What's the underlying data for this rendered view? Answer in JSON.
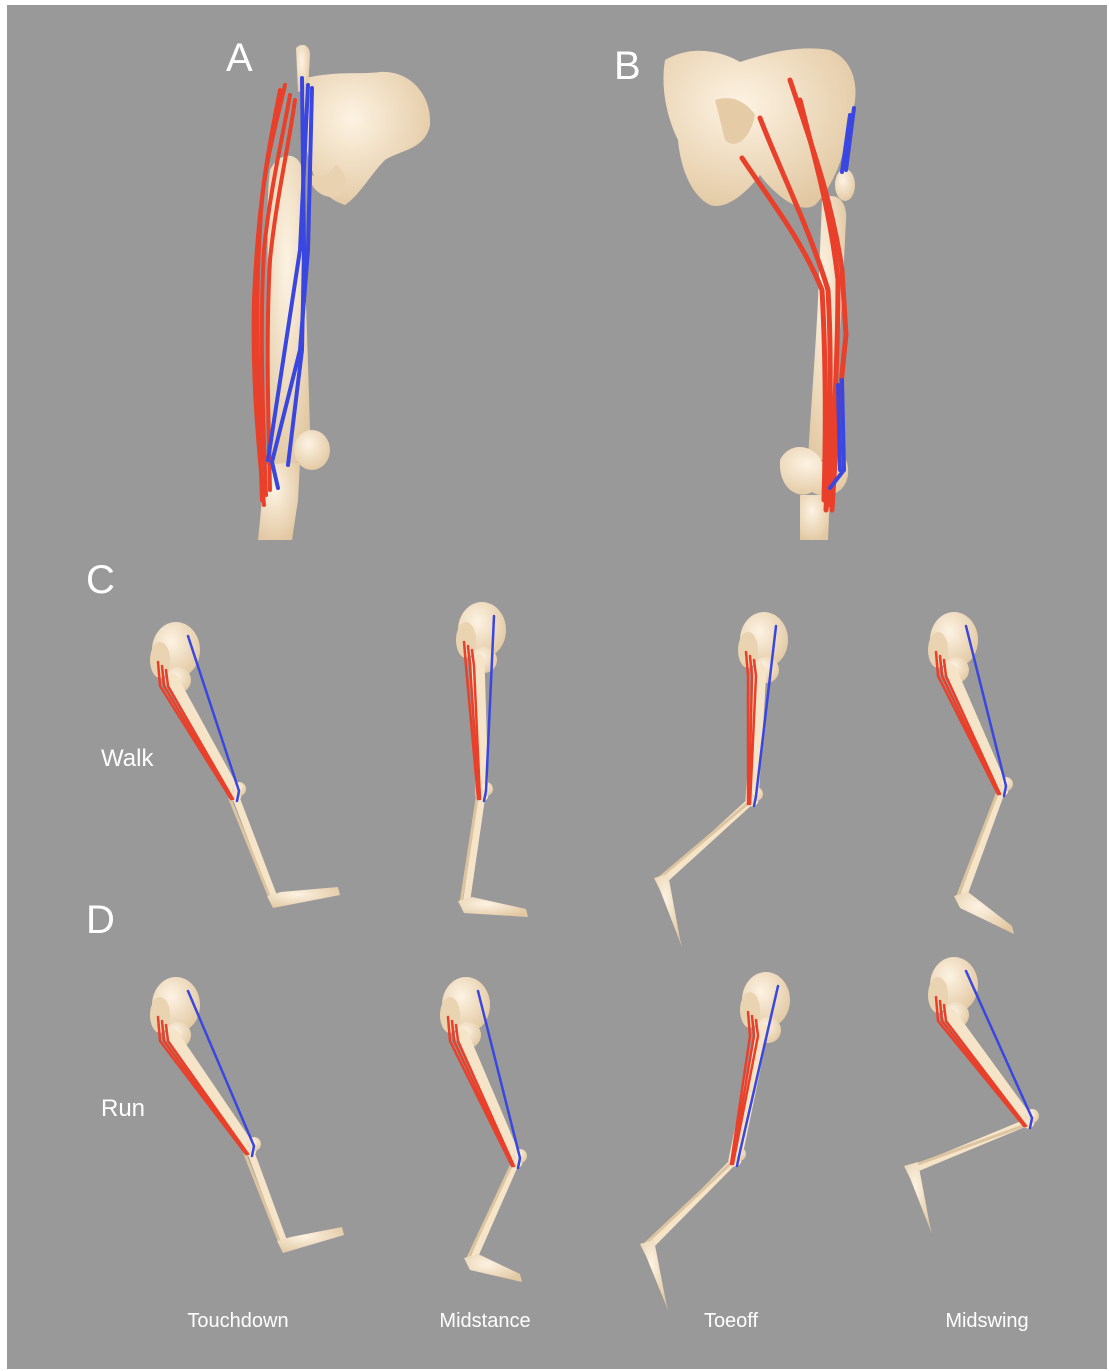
{
  "panels": {
    "a": "A",
    "b": "B",
    "c": "C",
    "d": "D"
  },
  "rows": {
    "walk": "Walk",
    "run": "Run"
  },
  "phases": [
    "Touchdown",
    "Midstance",
    "Toeoff",
    "Midswing"
  ],
  "colors": {
    "background": "#999999",
    "bone": "#f6e4c8",
    "bone_shadow": "#dcc4a0",
    "muscle_red": "#e8402a",
    "muscle_blue": "#3a46e0"
  }
}
